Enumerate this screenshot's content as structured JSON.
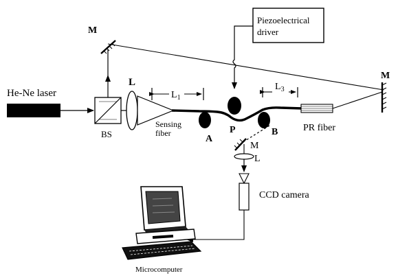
{
  "diagram": {
    "components": {
      "driver_line1": "Piezoelectrical",
      "driver_line2": "driver",
      "laser": "He-Ne laser",
      "beam_splitter": "BS",
      "lens_main": "L",
      "lens_bottom": "L",
      "mirror_top_left": "M",
      "mirror_right": "M",
      "mirror_bottom": "M",
      "sensing_line1": "Sensing",
      "sensing_line2": "fiber",
      "point_a": "A",
      "point_p": "P",
      "point_b": "B",
      "pr_fiber": "PR fiber",
      "ccd_camera": "CCD camera",
      "microcomputer": "Microcomputer"
    },
    "dimensions": {
      "l1_main": "L",
      "l1_sub": "1",
      "l3_main": "L",
      "l3_sub": "3"
    }
  }
}
